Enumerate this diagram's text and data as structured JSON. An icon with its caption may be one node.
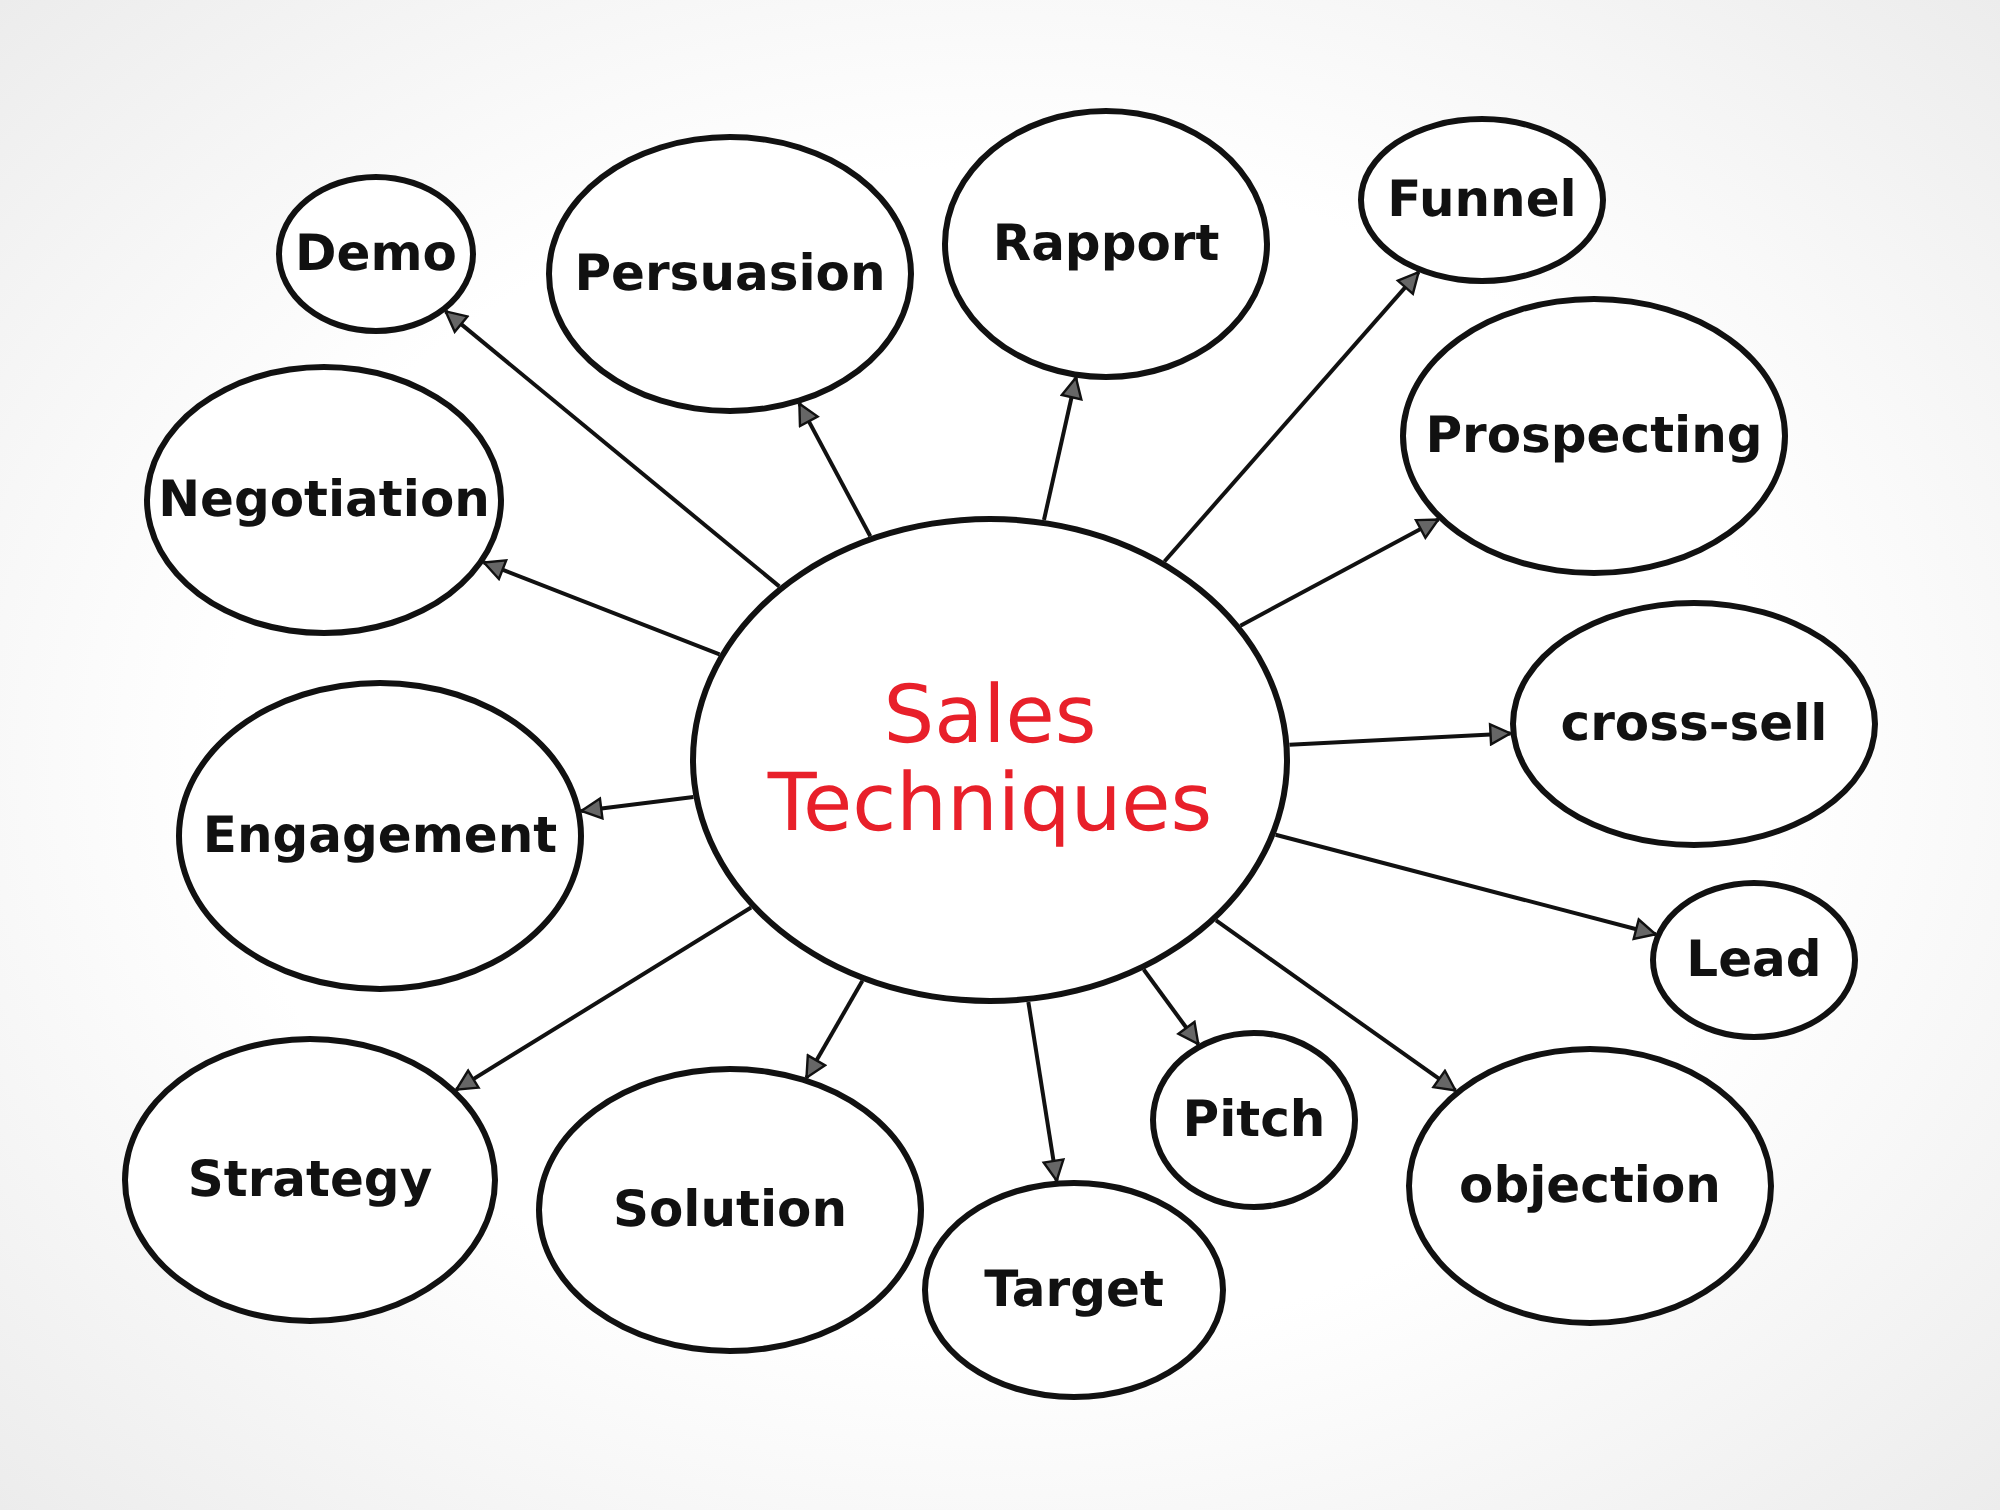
{
  "diagram": {
    "nodes": [
      {
        "text": [
          "Sales Techniques"
        ]
      },
      {
        "text": [
          "Demo"
        ]
      },
      {
        "text": [
          "Persuasion"
        ]
      },
      {
        "text": [
          "Rapport"
        ]
      },
      {
        "text": [
          "Funnel"
        ]
      },
      {
        "text": [
          "Prospecting"
        ]
      },
      {
        "text": [
          "Negotiation"
        ]
      },
      {
        "text": [
          "cross-sell"
        ]
      },
      {
        "text": [
          "Engagement"
        ]
      },
      {
        "text": [
          "Lead"
        ]
      },
      {
        "text": [
          "Strategy"
        ]
      },
      {
        "text": [
          "Pitch"
        ]
      },
      {
        "text": [
          "objection"
        ]
      },
      {
        "text": [
          "Solution"
        ]
      },
      {
        "text": [
          "Target"
        ]
      }
    ],
    "edges": [
      {
        "from": 0,
        "to": 1,
        "arrow": "to"
      },
      {
        "from": 0,
        "to": 2,
        "arrow": "to"
      },
      {
        "from": 0,
        "to": 3,
        "arrow": "to"
      },
      {
        "from": 0,
        "to": 4,
        "arrow": "to"
      },
      {
        "from": 0,
        "to": 5,
        "arrow": "to"
      },
      {
        "from": 0,
        "to": 6,
        "arrow": "to"
      },
      {
        "from": 0,
        "to": 7,
        "arrow": "to"
      },
      {
        "from": 0,
        "to": 8,
        "arrow": "to"
      },
      {
        "from": 0,
        "to": 9,
        "arrow": "to"
      },
      {
        "from": 0,
        "to": 10,
        "arrow": "to"
      },
      {
        "from": 0,
        "to": 11,
        "arrow": "to"
      },
      {
        "from": 0,
        "to": 12,
        "arrow": "to"
      },
      {
        "from": 0,
        "to": 13,
        "arrow": "to"
      },
      {
        "from": 0,
        "to": 14,
        "arrow": "to"
      }
    ]
  }
}
